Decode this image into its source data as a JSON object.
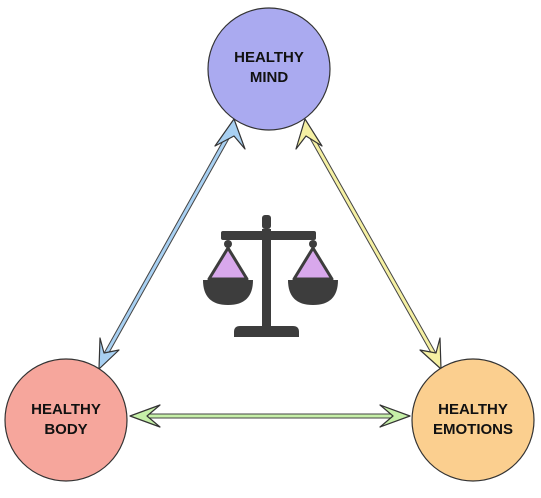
{
  "nodes": {
    "mind": {
      "line1": "HEALTHY",
      "line2": "MIND",
      "color": "#aaaaf0"
    },
    "body": {
      "line1": "HEALTHY",
      "line2": "BODY",
      "color": "#f6a69c"
    },
    "emotions": {
      "line1": "HEALTHY",
      "line2": "EMOTIONS",
      "color": "#fbcf8f"
    }
  },
  "connectors": {
    "mind_body": {
      "color": "#a8d0f2"
    },
    "mind_emotions": {
      "color": "#f5f0a3"
    },
    "body_emotions": {
      "color": "#c6f0a8"
    }
  },
  "center_icon": {
    "name": "balance-scale-icon",
    "color": "#3d3d3d",
    "pan_fill": "#d8a8ec"
  }
}
